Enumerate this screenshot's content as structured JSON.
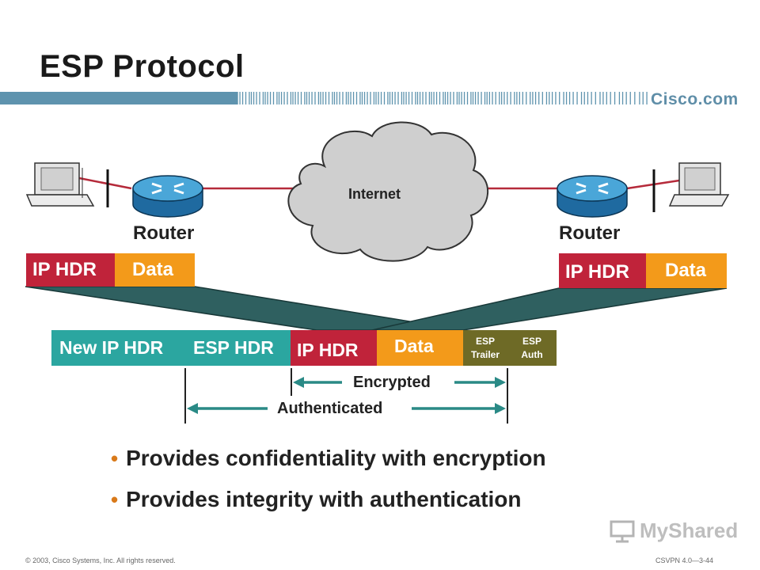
{
  "slide": {
    "title": "ESP Protocol",
    "brand": "Cisco.com"
  },
  "network": {
    "cloud_label": "Internet",
    "left_router_label": "Router",
    "right_router_label": "Router",
    "left_packet": [
      "IP HDR",
      "Data"
    ],
    "right_packet": [
      "IP HDR",
      "Data"
    ]
  },
  "esp_packet": {
    "new_ip_hdr": "New IP HDR",
    "esp_hdr": "ESP HDR",
    "ip_hdr": "IP HDR",
    "data": "Data",
    "esp_trailer": [
      "ESP",
      "Trailer"
    ],
    "esp_auth": [
      "ESP",
      "Auth"
    ]
  },
  "ranges": {
    "encrypted": "Encrypted",
    "authenticated": "Authenticated"
  },
  "bullets": [
    "Provides confidentiality with encryption",
    "Provides integrity with authentication"
  ],
  "footer": {
    "copyright": "© 2003, Cisco Systems, Inc. All rights reserved.",
    "course": "CSVPN 4.0—3-44",
    "watermark": "MyShared"
  },
  "colors": {
    "red_box": "#c0233a",
    "orange_box": "#f39a1a",
    "teal_box": "#2ba6a0",
    "olive_box": "#6e6a26",
    "funnel": "#2f6060",
    "band": "#5e93ae",
    "bullet": "#d97a1a"
  }
}
